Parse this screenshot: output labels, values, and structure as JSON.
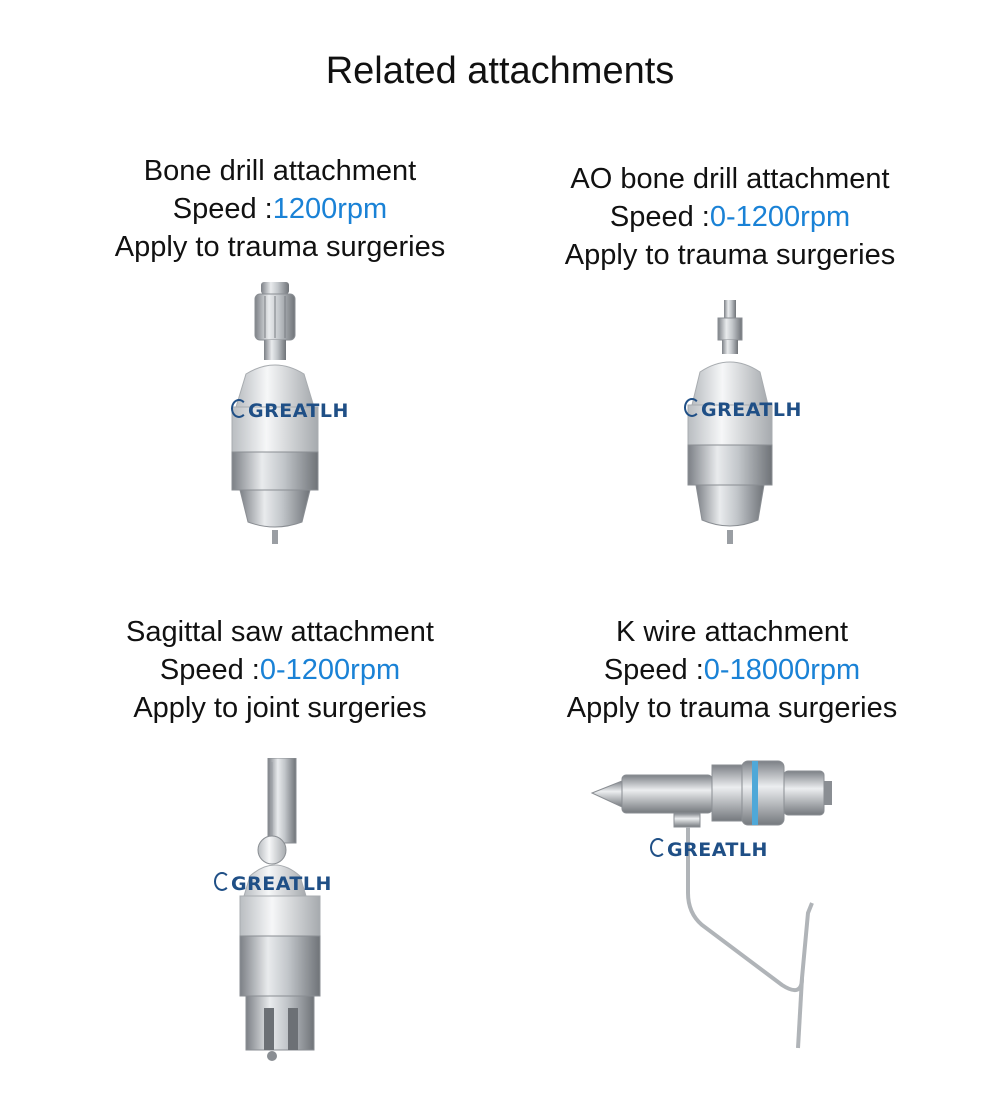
{
  "page": {
    "title": "Related attachments"
  },
  "colors": {
    "accent": "#1a82d6",
    "brand": "#1f4f86",
    "metal": "#b8bcc0"
  },
  "attachments": [
    {
      "name": "Bone drill attachment",
      "speed_label": "Speed :",
      "speed_value": "1200rpm",
      "apply": "Apply to trauma surgeries",
      "brand": "GREATLH",
      "icon": "bone-drill-attachment-image"
    },
    {
      "name": "AO bone drill attachment",
      "speed_label": "Speed :",
      "speed_value": "0-1200rpm",
      "apply": "Apply to trauma surgeries",
      "brand": "GREATLH",
      "icon": "ao-bone-drill-attachment-image"
    },
    {
      "name": "Sagittal saw attachment",
      "speed_label": "Speed :",
      "speed_value": "0-1200rpm",
      "apply": "Apply to joint surgeries",
      "brand": "GREATLH",
      "icon": "sagittal-saw-attachment-image"
    },
    {
      "name": "K wire attachment",
      "speed_label": "Speed :",
      "speed_value": "0-18000rpm",
      "apply": "Apply to trauma surgeries",
      "brand": "GREATLH",
      "icon": "k-wire-attachment-image"
    }
  ]
}
